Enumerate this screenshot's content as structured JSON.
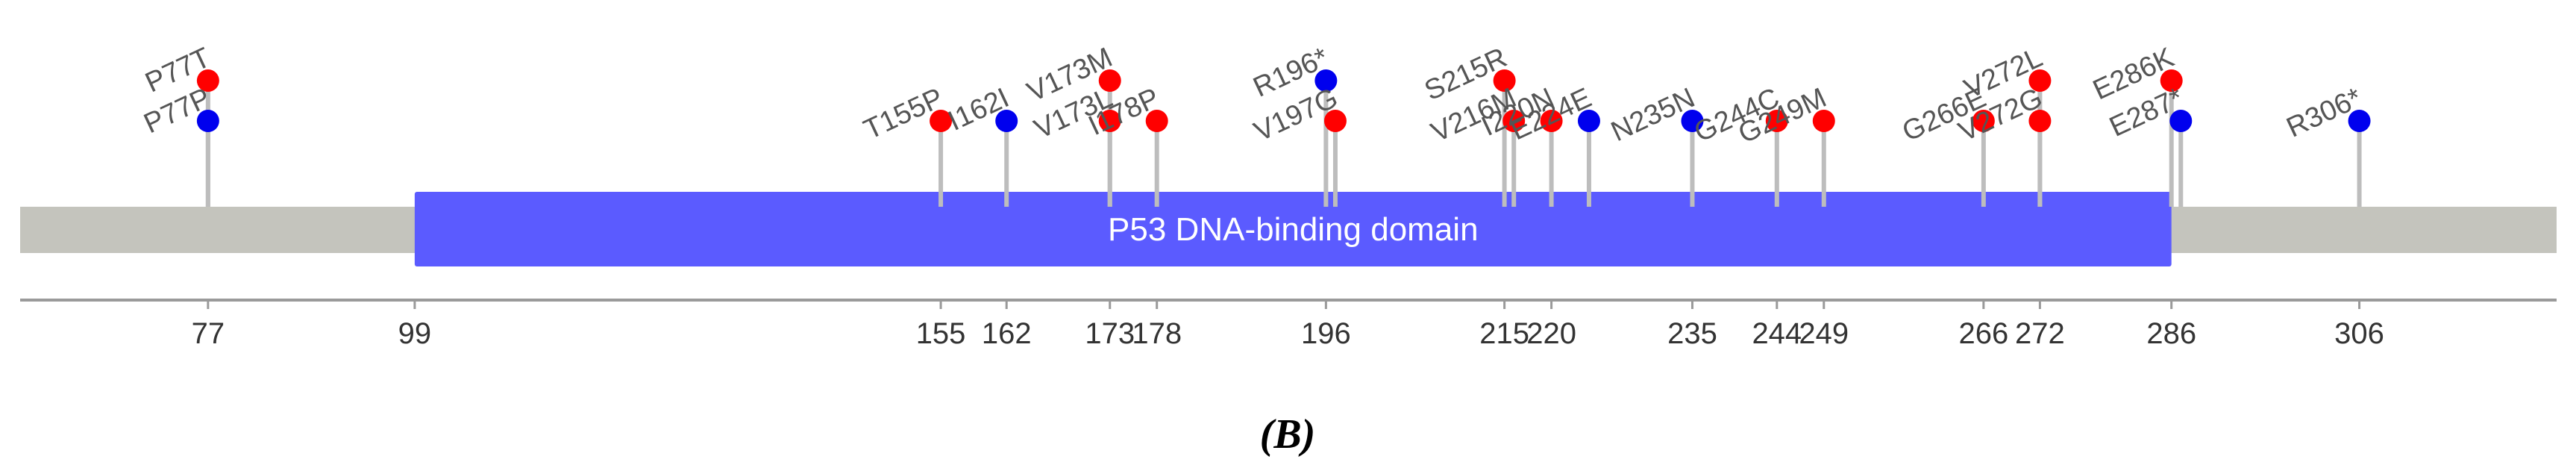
{
  "chart_data": {
    "type": "lollipop",
    "axis": {
      "min": 57,
      "max": 327,
      "ticks": [
        77,
        99,
        155,
        162,
        173,
        178,
        196,
        215,
        220,
        235,
        244,
        249,
        266,
        272,
        286,
        306
      ]
    },
    "domain": {
      "label": "P53 DNA-binding domain",
      "start": 99,
      "end": 286,
      "color": "#5b5bff"
    },
    "backbone_color": "#c4c4bd",
    "colors": {
      "red": "#ff0000",
      "blue": "#0000ee"
    },
    "mutations": [
      {
        "label": "P77T",
        "pos": 77,
        "level": 2,
        "color": "red"
      },
      {
        "label": "P77P",
        "pos": 77,
        "level": 1,
        "color": "blue"
      },
      {
        "label": "T155P",
        "pos": 155,
        "level": 1,
        "color": "red"
      },
      {
        "label": "I162I",
        "pos": 162,
        "level": 1,
        "color": "blue"
      },
      {
        "label": "V173M",
        "pos": 173,
        "level": 2,
        "color": "red"
      },
      {
        "label": "V173L",
        "pos": 173,
        "level": 1,
        "color": "red"
      },
      {
        "label": "I178P",
        "pos": 178,
        "level": 1,
        "color": "red"
      },
      {
        "label": "R196*",
        "pos": 196,
        "level": 2,
        "color": "blue"
      },
      {
        "label": "V197G",
        "pos": 197,
        "level": 1,
        "color": "red"
      },
      {
        "label": "S215R",
        "pos": 215,
        "level": 2,
        "color": "red"
      },
      {
        "label": "V216M",
        "pos": 216,
        "level": 1,
        "color": "red"
      },
      {
        "label": "I220N",
        "pos": 220,
        "level": 1,
        "color": "red"
      },
      {
        "label": "E224E",
        "pos": 224,
        "level": 1,
        "color": "blue"
      },
      {
        "label": "N235N",
        "pos": 235,
        "level": 1,
        "color": "blue"
      },
      {
        "label": "G244C",
        "pos": 244,
        "level": 1,
        "color": "red"
      },
      {
        "label": "G249M",
        "pos": 249,
        "level": 1,
        "color": "red"
      },
      {
        "label": "G266E",
        "pos": 266,
        "level": 1,
        "color": "red"
      },
      {
        "label": "V272L",
        "pos": 272,
        "level": 2,
        "color": "red"
      },
      {
        "label": "V272G",
        "pos": 272,
        "level": 1,
        "color": "red"
      },
      {
        "label": "E286K",
        "pos": 286,
        "level": 2,
        "color": "red"
      },
      {
        "label": "E287*",
        "pos": 287,
        "level": 1,
        "color": "blue"
      },
      {
        "label": "R306*",
        "pos": 306,
        "level": 1,
        "color": "blue"
      }
    ]
  },
  "caption": "(B)"
}
